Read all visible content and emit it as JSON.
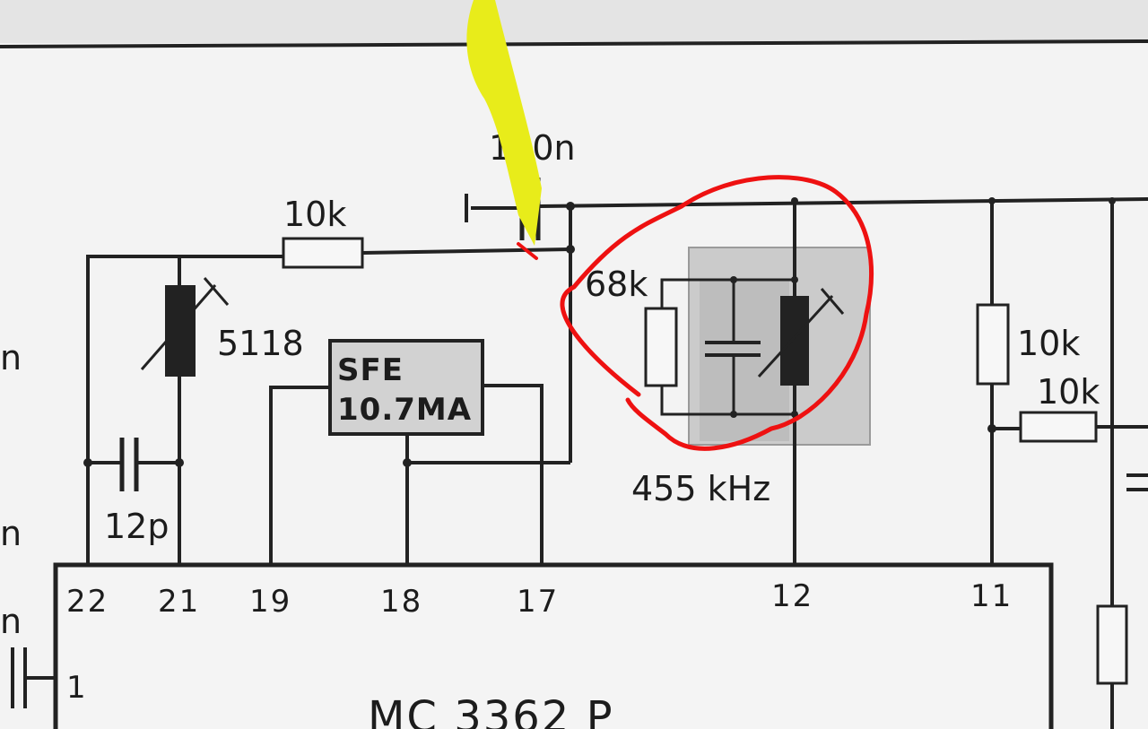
{
  "labels": {
    "cap_top": "100n",
    "res_top": "10k",
    "pot_left": "5118",
    "cap_left": "12p",
    "filter_line1": "SFE",
    "filter_line2": "10.7MA",
    "res_tank": "68k",
    "freq": "455 kHz",
    "res_right_vert": "10k",
    "res_right_horiz": "10k",
    "chip": "MC 3362 P",
    "left_edge_1": "n",
    "left_edge_2": "n",
    "left_edge_3": "n"
  },
  "pins": {
    "p22": "22",
    "p21": "21",
    "p19": "19",
    "p18": "18",
    "p17": "17",
    "p12": "12",
    "p11": "11",
    "p1": "1"
  },
  "annotations": {
    "yellow_marker": "#e8ec1a",
    "red_marker": "#ee1111"
  }
}
